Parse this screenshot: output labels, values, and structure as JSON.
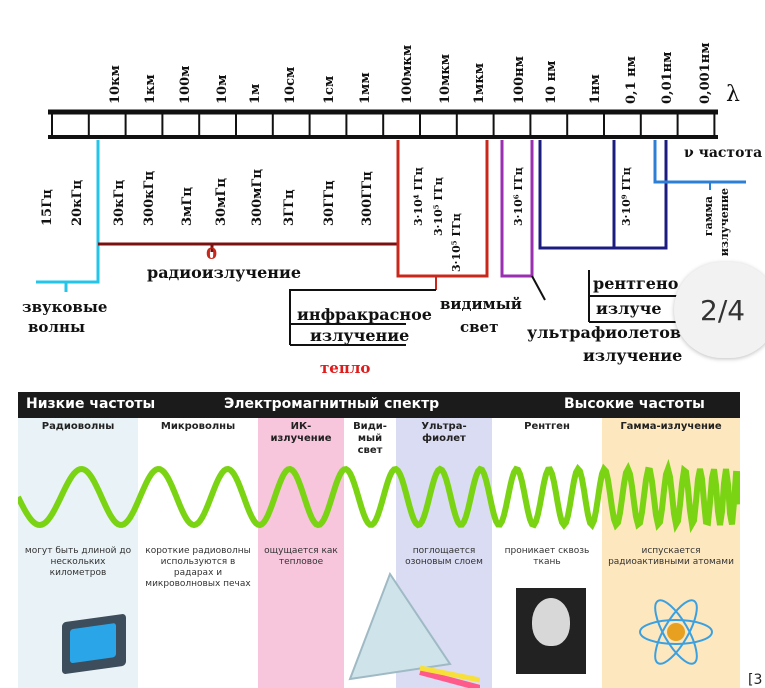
{
  "scale_top": {
    "wavelength_ticks": [
      "10км",
      "1км",
      "100м",
      "10м",
      "1м",
      "10см",
      "1см",
      "1мм",
      "100мкм",
      "10мкм",
      "1мкм",
      "100нм",
      "10 нм",
      "1нм",
      "0,1 нм",
      "0,01нм",
      "0,001нм"
    ],
    "lambda_symbol": "λ"
  },
  "scale_bottom": {
    "frequency_ticks": [
      "15Гц",
      "20кГц",
      "30кГц",
      "300кГц",
      "3мГц",
      "30мГц",
      "300мГц",
      "3ГГц",
      "30ГГц",
      "300ГГц",
      "3·10⁴ ГГц",
      "3·10⁵ ГГц",
      "3·10⁵ ГГц",
      "3·10⁶ ГГц",
      "3·10⁹ ГГц"
    ],
    "freq_label": "ν частота"
  },
  "regions": {
    "radio": "радиоизлучение",
    "radio_mark": "0",
    "sound_line1": "звуковые",
    "sound_line2": "волны",
    "infrared_line1": "инфракрасное",
    "infrared_line2": "излучение",
    "heat": "тепло",
    "visible_line1": "видимый",
    "visible_line2": "свет",
    "uv_line1": "ультрафиолетов",
    "uv_line2": "излучение",
    "xray_line1": "рентгено",
    "xray_line2": "излуче",
    "gamma_line1": "гамма",
    "gamma_line2": "излучение"
  },
  "page_counter": "2/4",
  "infographic": {
    "header_left": "Низкие частоты",
    "header_center": "Электромагнитный спектр",
    "header_right": "Высокие частоты",
    "bands": [
      {
        "title": "Радиоволны",
        "desc": "могут быть длиной до нескольких километров",
        "color": "#e9f2f6"
      },
      {
        "title": "Микроволны",
        "desc": "короткие радиоволны используются в радарах и микроволновых печах",
        "color": "#ffffff"
      },
      {
        "title": "ИК-излучение",
        "desc": "ощущается как тепловое",
        "color": "#f7c6dc"
      },
      {
        "title": "Види-мый свет",
        "desc": "",
        "color": "#ffffff"
      },
      {
        "title": "Ультра-фиолет",
        "desc": "поглощается озоновым слоем",
        "color": "#d9dcf2"
      },
      {
        "title": "Рентген",
        "desc": "проникает сквозь ткань",
        "color": "#ffffff"
      },
      {
        "title": "Гамма-излучение",
        "desc": "испускается радиоактивными атомами",
        "color": "#fde7bf"
      }
    ]
  },
  "citation": "[3"
}
